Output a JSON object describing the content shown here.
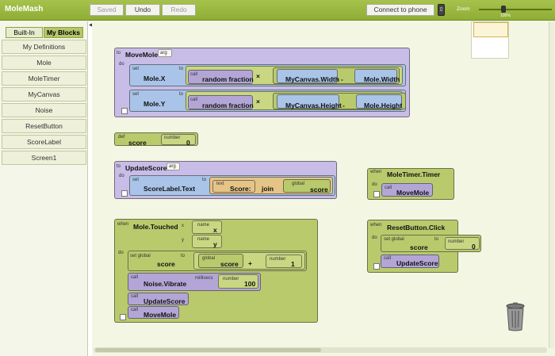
{
  "app": {
    "title": "MoleMash"
  },
  "toolbar": {
    "saved": "Saved",
    "undo": "Undo",
    "redo": "Redo",
    "connect": "Connect to phone",
    "zoom": "Zoom",
    "zoom_pct": "100%"
  },
  "sidebar": {
    "tabs": [
      "Built-In",
      "My Blocks"
    ],
    "drawers": [
      "My Definitions",
      "Mole",
      "MoleTimer",
      "MyCanvas",
      "Noise",
      "ResetButton",
      "ScoreLabel",
      "Screen1"
    ]
  },
  "blocks": {
    "movemole": {
      "to": "to",
      "name": "MoveMole",
      "arg": "arg",
      "do": "do",
      "set1": {
        "set": "set",
        "to": "to",
        "target": "Mole.X",
        "call": "call",
        "fn": "random fraction",
        "op_times": "×",
        "width": "MyCanvas.Width",
        "op_minus": "-",
        "mole_dim": "Mole.Width"
      },
      "set2": {
        "set": "set",
        "to": "to",
        "target": "Mole.Y",
        "call": "call",
        "fn": "random fraction",
        "op_times": "×",
        "height": "MyCanvas.Height",
        "op_minus": "-",
        "mole_dim": "Mole.Height"
      }
    },
    "def": {
      "def": "def",
      "name": "score",
      "number": "number",
      "value": "0"
    },
    "updatescore": {
      "to": "to",
      "name": "UpdateScore",
      "arg": "arg",
      "do": "do",
      "set": "set",
      "to2": "to",
      "target": "ScoreLabel.Text",
      "text": "text",
      "text_value": "Score:",
      "join": "join",
      "global": "global",
      "var": "score"
    },
    "moletimer": {
      "when": "when",
      "event": "MoleTimer.Timer",
      "do": "do",
      "call": "call",
      "proc": "MoveMole"
    },
    "touched": {
      "when": "when",
      "event": "Mole.Touched",
      "x": "x",
      "y": "y",
      "name": "name",
      "xname": "x",
      "yname": "y",
      "do": "do",
      "setglobal": "set global",
      "var": "score",
      "to": "to",
      "global": "global",
      "gvar": "score",
      "plus": "+",
      "number": "number",
      "inc": "1",
      "call": "call",
      "vibrate": "Noise.Vibrate",
      "millisecs": "millisecs",
      "ms_value": "100",
      "call2": "call",
      "proc1": "UpdateScore",
      "call3": "call",
      "proc2": "MoveMole"
    },
    "resetclick": {
      "when": "when",
      "event": "ResetButton.Click",
      "do": "do",
      "setglobal": "set global",
      "var": "score",
      "to": "to",
      "number": "number",
      "value": "0",
      "call": "call",
      "proc": "UpdateScore"
    }
  }
}
